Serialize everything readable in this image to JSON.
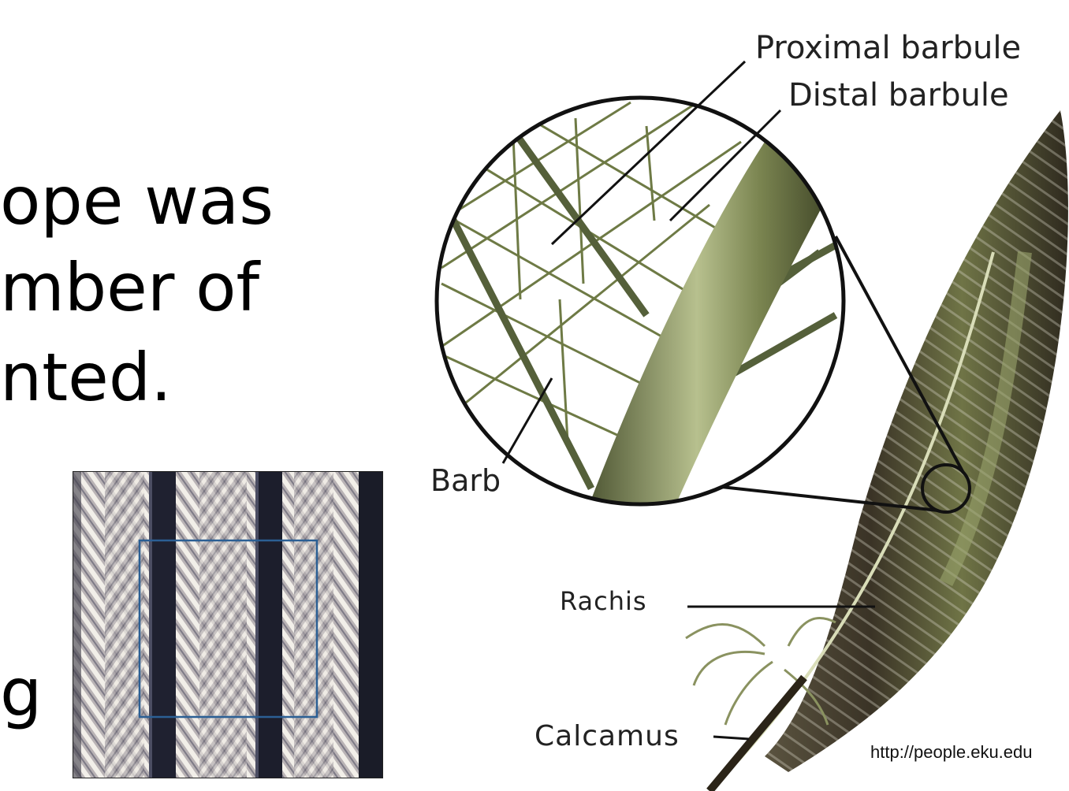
{
  "slide": {
    "text_lines": [
      "ope was",
      "mber of",
      "nted.",
      "g"
    ]
  },
  "diagram": {
    "labels": {
      "proximal_barbule": "Proximal barbule",
      "distal_barbule": "Distal barbule",
      "barb": "Barb",
      "rachis": "Rachis",
      "calcamus": "Calcamus"
    },
    "source": "http://people.eku.edu"
  },
  "colors": {
    "feather_dark": "#3a3326",
    "feather_green": "#7f8a55",
    "barbule_green": "#6e7a45",
    "micro_dark": "#1c1e2c",
    "micro_light": "#c9c6c4",
    "micro_box": "#2b5f94"
  }
}
